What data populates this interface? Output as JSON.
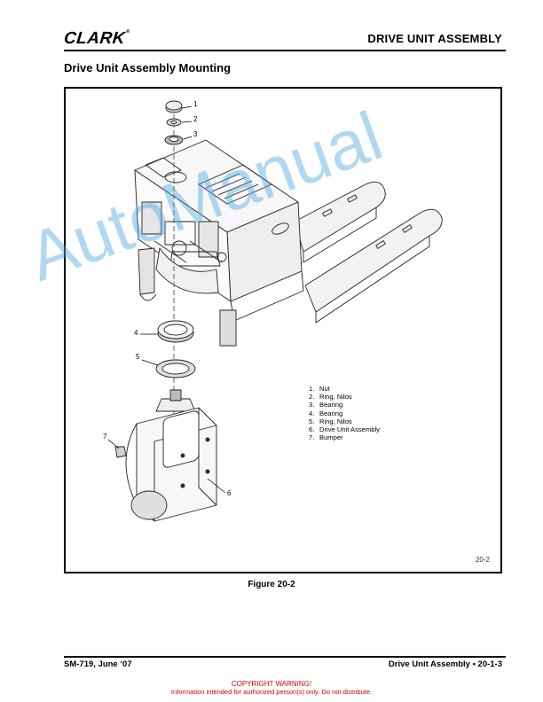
{
  "header": {
    "logo_text": "CLARK",
    "logo_mark": "®",
    "title": "DRIVE UNIT ASSEMBLY"
  },
  "section": {
    "title": "Drive Unit Assembly Mounting"
  },
  "figure": {
    "id": "20-2",
    "caption": "Figure 20-2",
    "callouts": [
      "1",
      "2",
      "3",
      "4",
      "5",
      "6",
      "7"
    ],
    "legend": [
      {
        "num": "1.",
        "label": "Nut"
      },
      {
        "num": "2.",
        "label": "Ring, Nilos"
      },
      {
        "num": "3.",
        "label": "Bearing"
      },
      {
        "num": "4.",
        "label": "Bearing"
      },
      {
        "num": "5.",
        "label": "Ring, Nilos"
      },
      {
        "num": "6.",
        "label": "Drive Unit Assembly"
      },
      {
        "num": "7.",
        "label": "Bumper"
      }
    ]
  },
  "watermark": {
    "text": "AutoManual",
    "color": "#50aae1"
  },
  "footer": {
    "left": "SM-719, June ‘07",
    "right": "Drive Unit Assembly  •  20-1-3"
  },
  "copyright": {
    "warning": "COPYRIGHT WARNING!",
    "notice": "Information intended for authorized person(s) only. Do not distribute."
  }
}
